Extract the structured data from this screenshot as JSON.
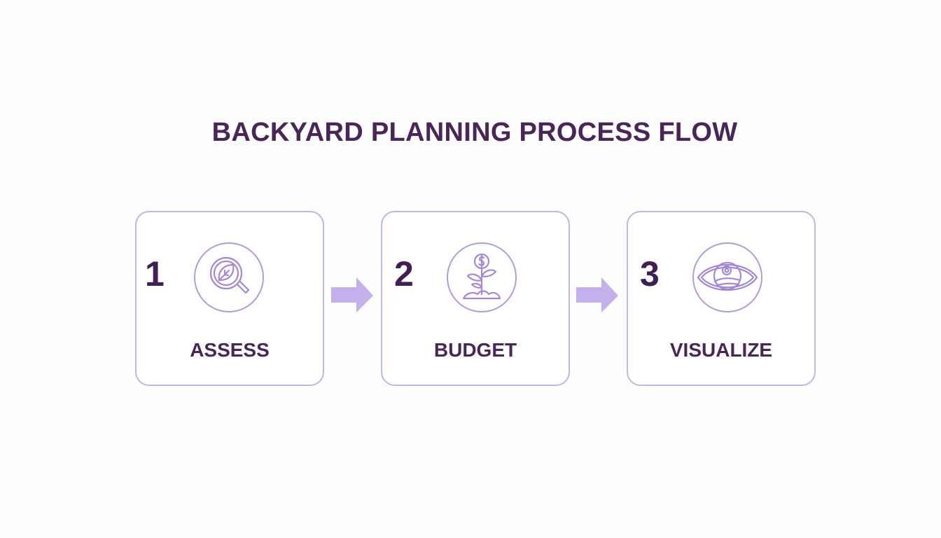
{
  "title": "BACKYARD PLANNING PROCESS FLOW",
  "colors": {
    "title_text": "#4a2558",
    "box_border": "#c7b3e4",
    "icon_stroke": "#a687d1",
    "arrow_fill": "#c4b0ea",
    "number_text": "#3f2050"
  },
  "steps": [
    {
      "number": "1",
      "label": "ASSESS",
      "icon": "magnifier-leaf-icon"
    },
    {
      "number": "2",
      "label": "BUDGET",
      "icon": "money-plant-icon"
    },
    {
      "number": "3",
      "label": "VISUALIZE",
      "icon": "eye-landscape-icon"
    }
  ],
  "connectors": [
    {
      "from": "1",
      "to": "2",
      "icon": "arrow-right-icon"
    },
    {
      "from": "2",
      "to": "3",
      "icon": "arrow-right-icon"
    }
  ]
}
